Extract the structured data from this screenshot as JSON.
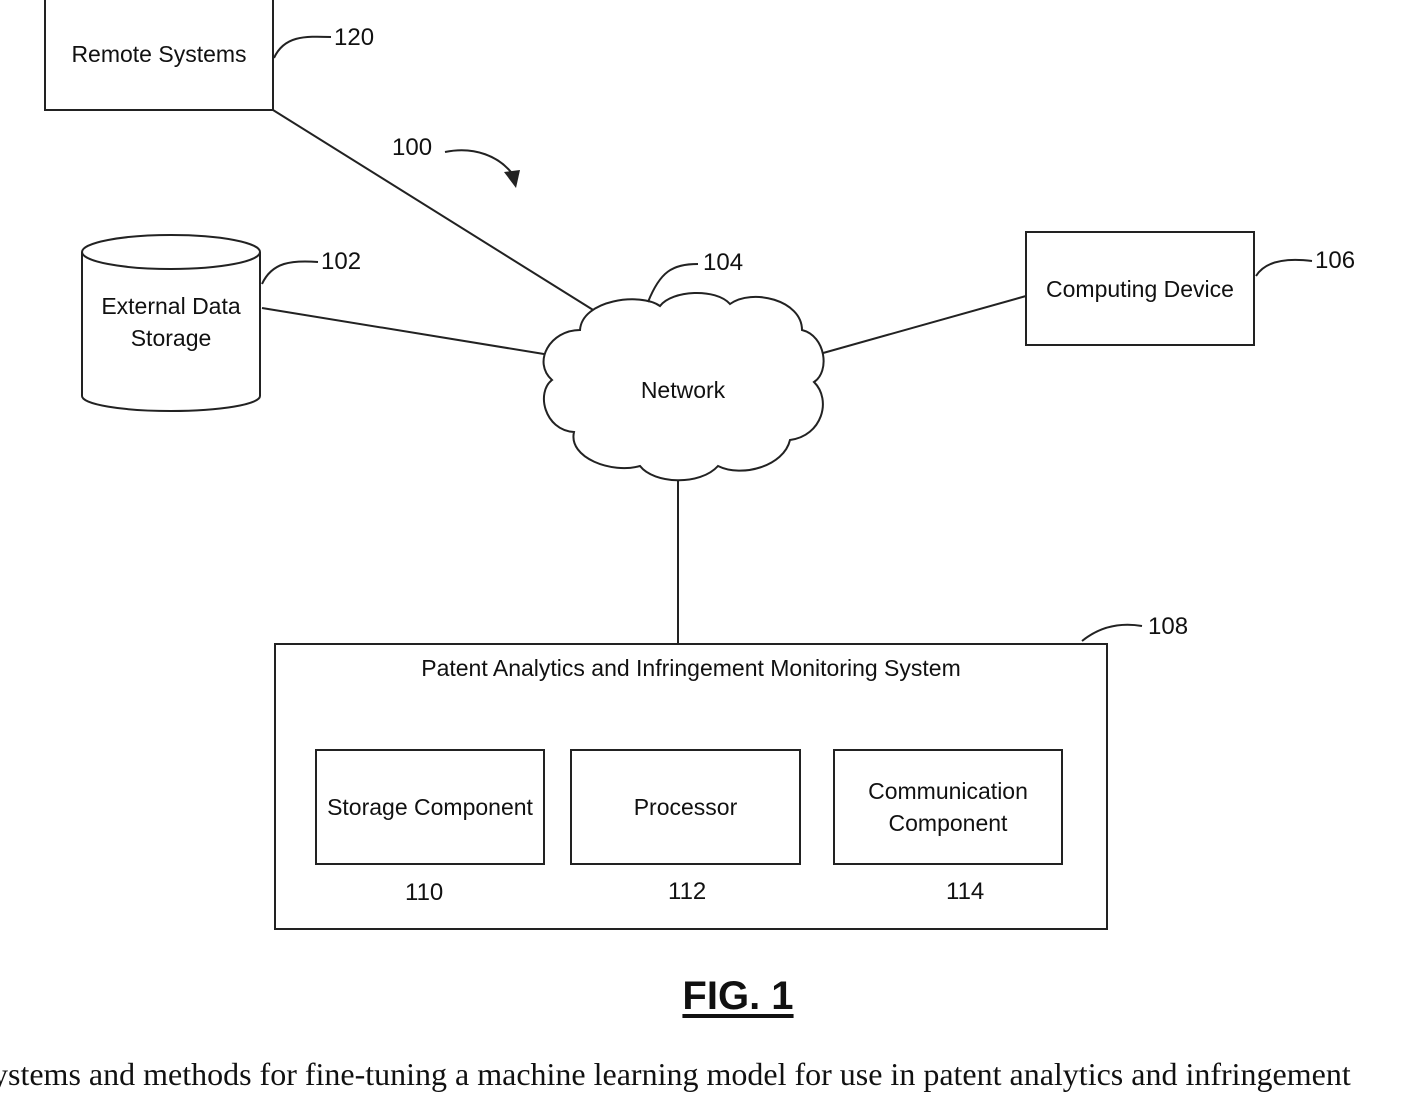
{
  "diagram": {
    "nodes": {
      "remote_systems": {
        "label": "Remote Systems",
        "ref": "120"
      },
      "external_storage": {
        "label_line1": "External Data",
        "label_line2": "Storage",
        "ref": "102"
      },
      "network": {
        "label": "Network",
        "ref": "104"
      },
      "computing_device": {
        "label": "Computing Device",
        "ref": "106"
      },
      "system": {
        "title": "Patent Analytics and Infringement Monitoring System",
        "ref": "108",
        "components": [
          {
            "label": "Storage Component",
            "ref": "110"
          },
          {
            "label": "Processor",
            "ref": "112"
          },
          {
            "label_line1": "Communication",
            "label_line2": "Component",
            "ref": "114"
          }
        ]
      }
    },
    "overall_ref": "100",
    "edges": [
      [
        "remote_systems",
        "network"
      ],
      [
        "external_storage",
        "network"
      ],
      [
        "computing_device",
        "network"
      ],
      [
        "network",
        "system"
      ]
    ]
  },
  "figure_label": "FIG.  1",
  "caption": "ystems and methods for fine-tuning a machine learning model for use in patent analytics and infringement"
}
